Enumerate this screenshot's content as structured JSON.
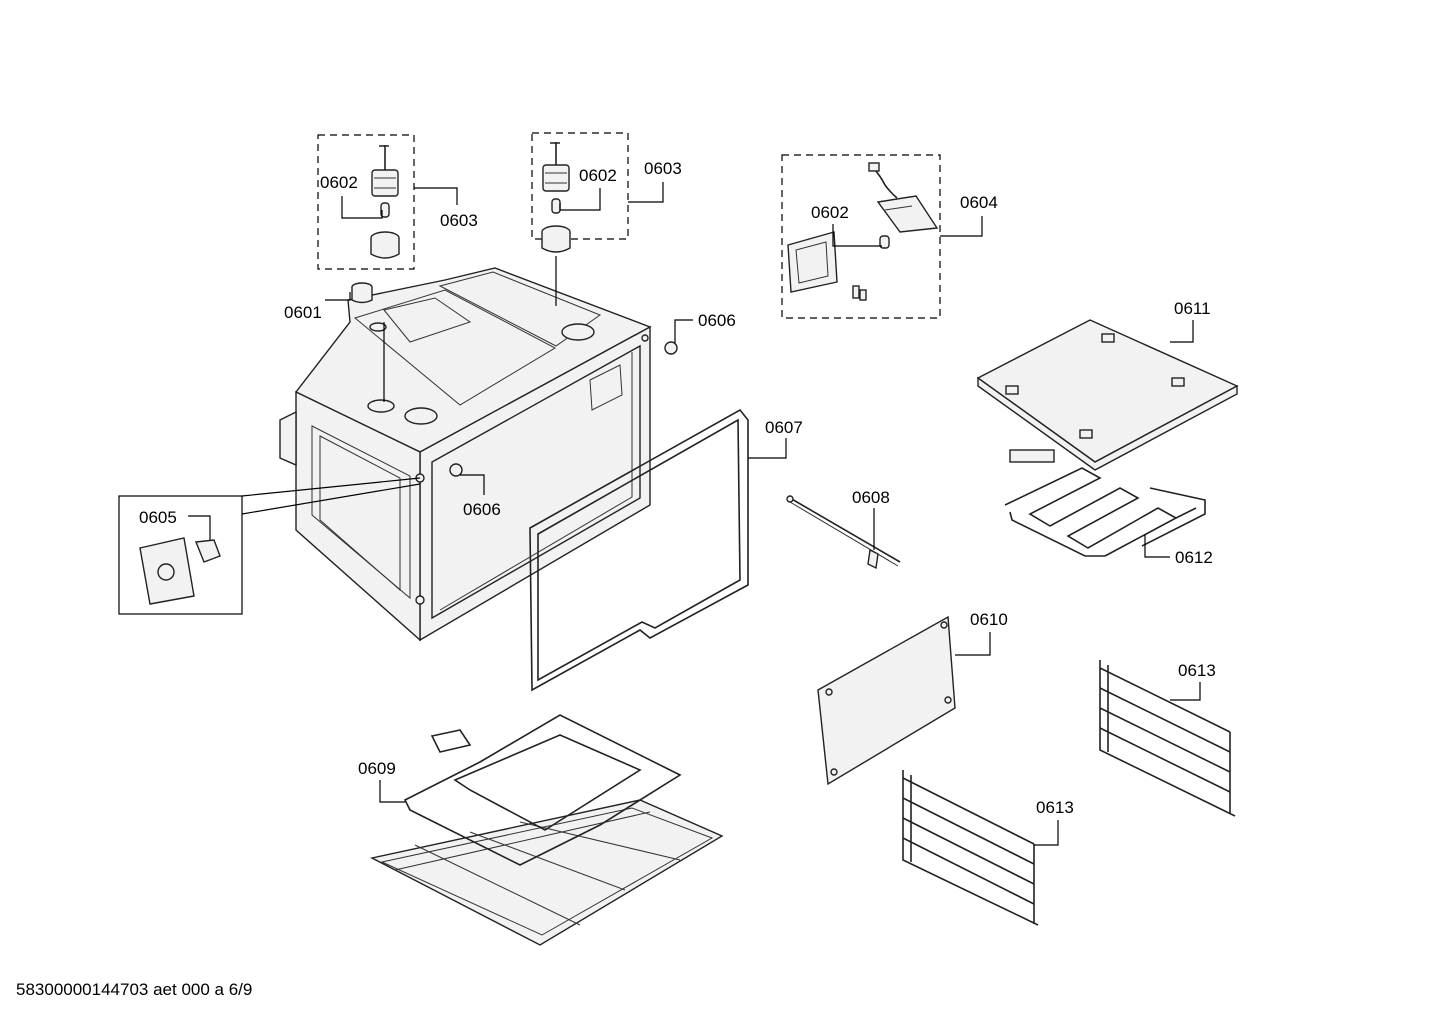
{
  "labels": {
    "p0601": "0601",
    "p0602_a": "0602",
    "p0602_b": "0602",
    "p0602_c": "0602",
    "p0603_a": "0603",
    "p0603_b": "0603",
    "p0604": "0604",
    "p0605": "0605",
    "p0606_a": "0606",
    "p0606_b": "0606",
    "p0607": "0607",
    "p0608": "0608",
    "p0609": "0609",
    "p0610": "0610",
    "p0611": "0611",
    "p0612": "0612",
    "p0613_a": "0613",
    "p0613_b": "0613"
  },
  "footer": {
    "document_code": "58300000144703 aet 000 a 6/9"
  }
}
